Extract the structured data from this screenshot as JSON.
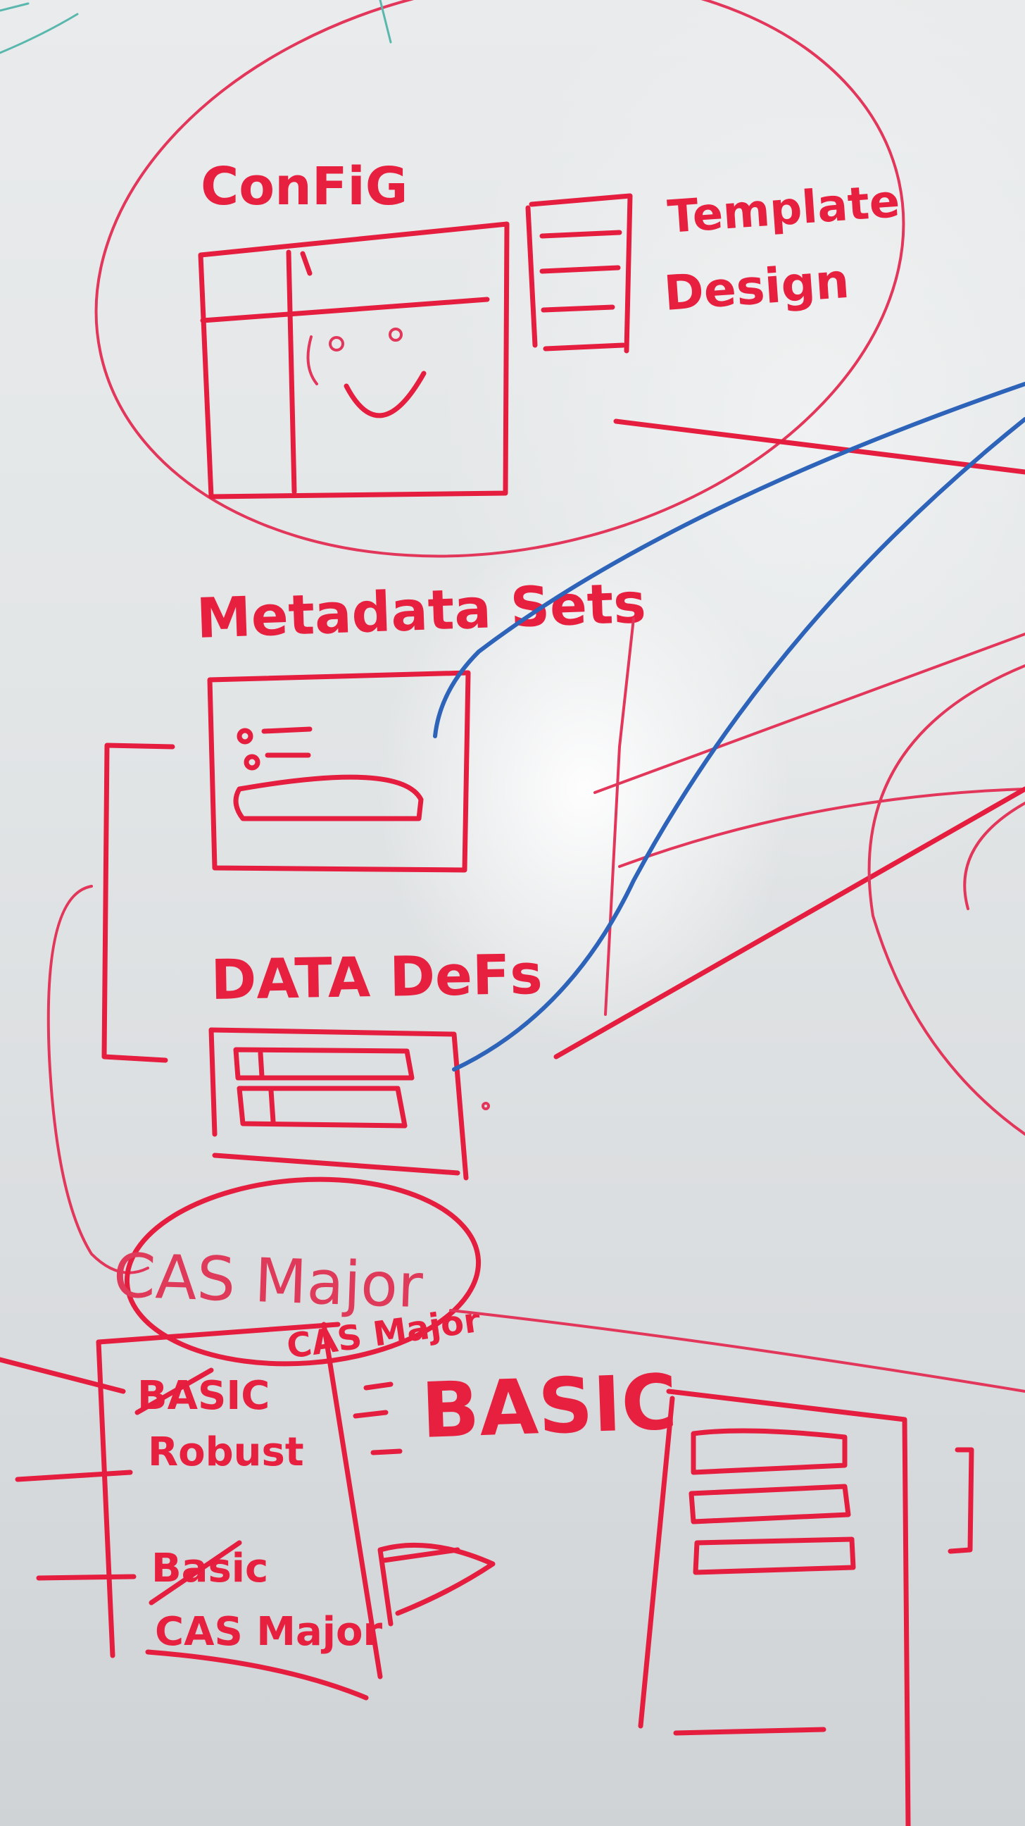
{
  "labels": {
    "config": "ConFiG",
    "template": "Template",
    "design": "Design",
    "metadata_sets": "Metadata Sets",
    "data_defs": "DATA DeFs",
    "cas_major": "CAS Major",
    "cas_major_small": "CAS Major",
    "basic_big": "BASIC",
    "list_item_1": "BASIC",
    "list_item_2": "Robust",
    "list_item_3": "Basic",
    "list_item_4": "CAS Major"
  },
  "colors": {
    "red_marker": "#e51d3e",
    "blue_marker": "#2d63b8",
    "board": "#e3e6e7"
  }
}
